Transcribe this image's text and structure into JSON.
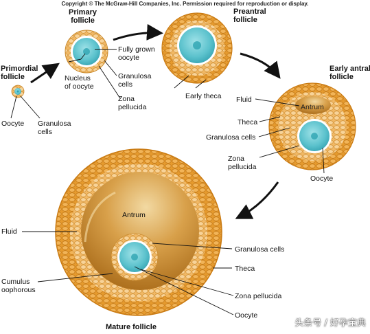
{
  "copyright": "Copyright © The McGraw-Hill Companies, Inc. Permission required for reproduction or display.",
  "stages": {
    "primordial": "Primordial\nfollicle",
    "primary": "Primary\nfollicle",
    "preantral": "Preantral\nfollicle",
    "early_antral": "Early antral\nfollicle",
    "mature": "Mature follicle"
  },
  "labels": {
    "primordial_oocyte": "Oocyte",
    "primordial_granulosa": "Granulosa\ncells",
    "fully_grown_oocyte": "Fully grown\noocyte",
    "nucleus_of_oocyte": "Nucleus\nof oocyte",
    "primary_granulosa": "Granulosa\ncells",
    "primary_zona": "Zona\npellucida",
    "early_theca": "Early theca",
    "ea_fluid": "Fluid",
    "ea_antrum": "Antrum",
    "ea_theca": "Theca",
    "ea_granulosa": "Granulosa cells",
    "ea_zona": "Zona\npellucida",
    "ea_oocyte": "Oocyte",
    "m_antrum": "Antrum",
    "m_fluid": "Fluid",
    "m_granulosa": "Granulosa cells",
    "m_theca": "Theca",
    "m_cumulus": "Cumulus\noophorous",
    "m_zona": "Zona pellucida",
    "m_oocyte": "Oocyte"
  },
  "watermark": "头条号 / 好孕宝典",
  "colors": {
    "theca_outer": "#d88a1c",
    "theca_mid": "#e9a540",
    "granulosa": "#f3c078",
    "granulosa_light": "#f7d9a4",
    "antrum_light": "#e2b55e",
    "antrum_dark": "#b57820",
    "zona": "#ffffff",
    "oocyte": "#6cc9d3",
    "nucleus": "#2ea4b2",
    "arrow": "#111111"
  }
}
